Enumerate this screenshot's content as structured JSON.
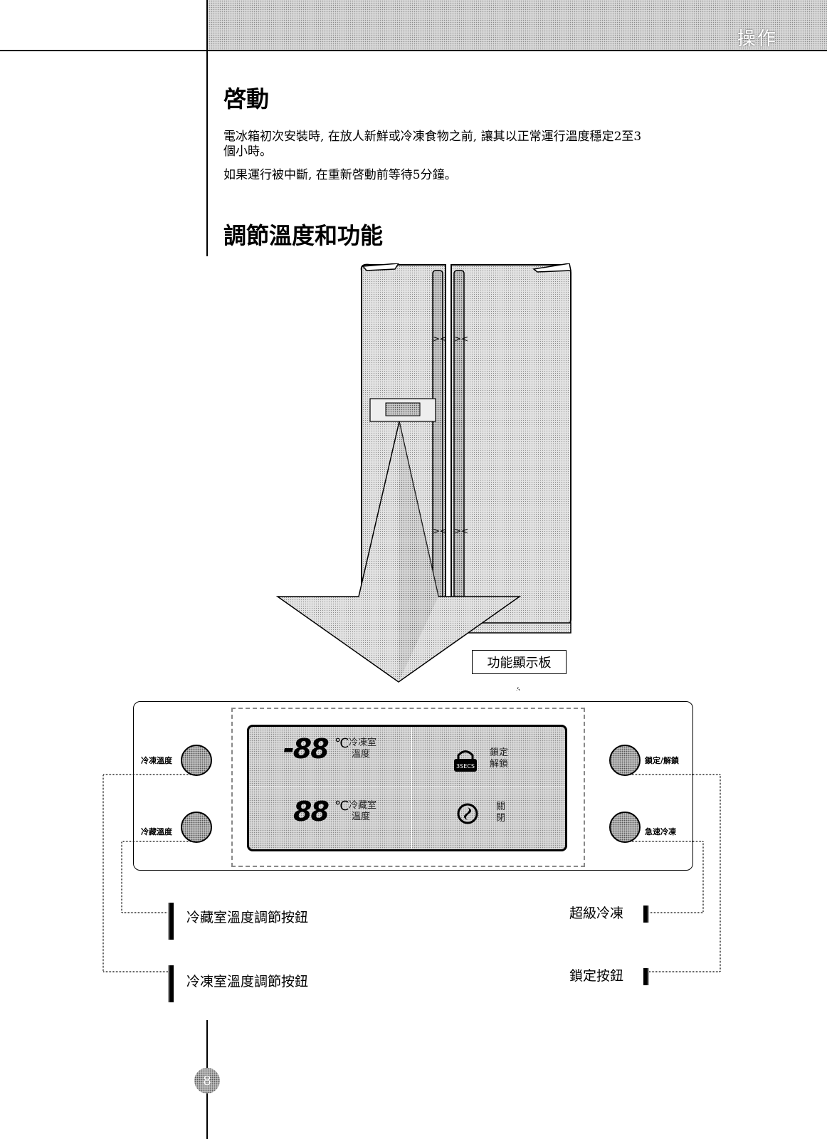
{
  "header": {
    "section_label": "操作"
  },
  "section_start": {
    "title": "啓動",
    "para1_line1": "電冰箱初次安裝時, 在放人新鮮或冷凍食物之前, 讓其以正常運行溫度穩定2至3",
    "para1_line2": "個小時。",
    "para2": "如果運行被中斷, 在重新啓動前等待5分鐘。"
  },
  "section_adjust": {
    "title": "調節溫度和功能"
  },
  "figure": {
    "callout_label": "功能顯示板",
    "display": {
      "freezer_temp": "-88",
      "fridge_temp": "88",
      "unit": "℃",
      "freezer_label_1": "冷凍室",
      "freezer_label_2": "溫度",
      "fridge_label_1": "冷藏室",
      "fridge_label_2": "溫度",
      "lock_badge": "3SECS",
      "lock_label_1": "鎖定",
      "lock_label_2": "解鎖",
      "power_label_1": "關",
      "power_label_2": "閉"
    },
    "buttons": {
      "freezer_temp": "冷凍溫度",
      "fridge_temp": "冷藏溫度",
      "lock_unlock": "鎖定/解鎖",
      "express_freeze": "急速冷凍"
    },
    "callouts": {
      "fridge_button": "冷藏室溫度調節按鈕",
      "freezer_button": "冷凍室溫度調節按鈕",
      "super_freeze": "超級冷凍",
      "lock_button": "鎖定按鈕"
    }
  },
  "page_number": "8"
}
